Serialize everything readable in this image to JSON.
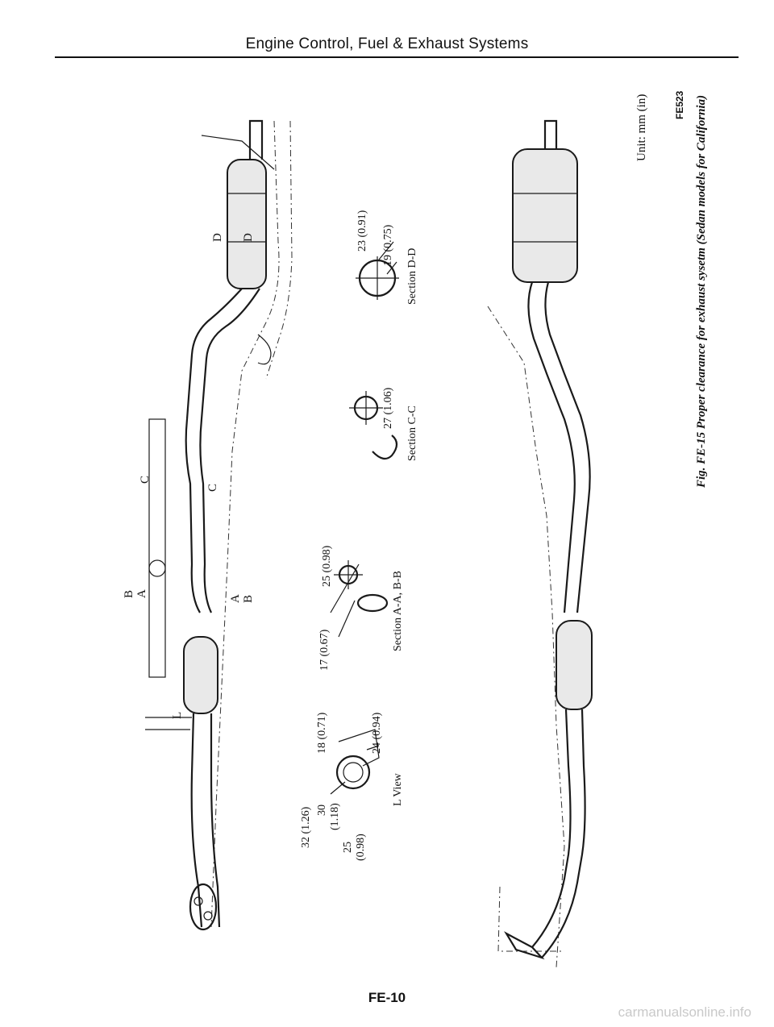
{
  "header": {
    "title": "Engine Control, Fuel & Exhaust Systems"
  },
  "footer": {
    "page_number": "FE-10"
  },
  "watermark": "carmanualsonline.info",
  "figure": {
    "caption": "Fig. FE-15 Proper clearance for exhaust sysetm (Sedan models for California)",
    "code": "FE523",
    "unit": "Unit: mm (in)",
    "section_markers": [
      "D",
      "D",
      "C",
      "C",
      "B",
      "A",
      "A",
      "B",
      "L"
    ],
    "l_view": {
      "title": "L View",
      "dims": [
        "18 (0.71)",
        "24 (0.94)",
        "32 (1.26)",
        "30",
        "(1.18)",
        "25",
        "(0.98)"
      ]
    },
    "section_ab": {
      "title": "Section A-A, B-B",
      "dims": [
        "17 (0.67)",
        "25 (0.98)"
      ]
    },
    "section_cc": {
      "title": "Section C-C",
      "dims": [
        "27 (1.06)"
      ]
    },
    "section_dd": {
      "title": "Section D-D",
      "dims": [
        "23 (0.91)",
        "19 (0.75)"
      ]
    }
  },
  "icons": {
    "exhaust-pipe-top": "line-drawing",
    "exhaust-pipe-bottom": "line-drawing",
    "muffler": "line-drawing",
    "catalytic-converter": "line-drawing"
  }
}
